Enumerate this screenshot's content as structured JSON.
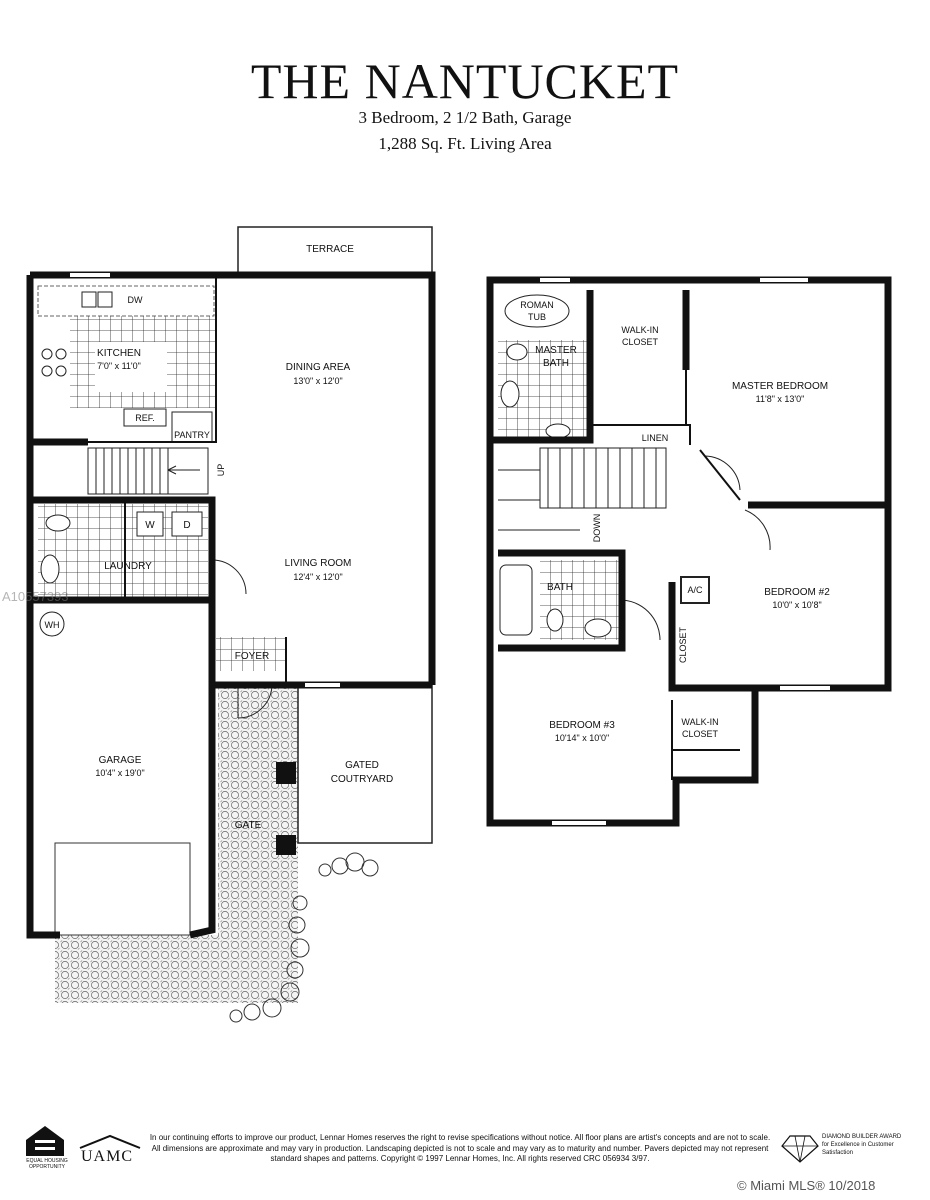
{
  "header": {
    "title": "THE NANTUCKET",
    "subtitle1": "3 Bedroom, 2 1/2 Bath, Garage",
    "subtitle2": "1,288 Sq. Ft. Living Area"
  },
  "first_floor": {
    "terrace": "TERRACE",
    "dw": "DW",
    "kitchen_name": "KITCHEN",
    "kitchen_dim": "7'0\" x 11'0\"",
    "ref": "REF.",
    "pantry": "PANTRY",
    "dining_name": "DINING AREA",
    "dining_dim": "13'0\" x 12'0\"",
    "up": "UP",
    "washer": "W",
    "dryer": "D",
    "laundry": "LAUNDRY",
    "wh": "WH",
    "living_name": "LIVING ROOM",
    "living_dim": "12'4\" x 12'0\"",
    "foyer": "FOYER",
    "garage_name": "GARAGE",
    "garage_dim": "10'4\" x 19'0\"",
    "courtyard_line1": "GATED",
    "courtyard_line2": "COUTRYARD",
    "gate": "GATE"
  },
  "second_floor": {
    "roman_tub_1": "ROMAN",
    "roman_tub_2": "TUB",
    "master_bath_1": "MASTER",
    "master_bath_2": "BATH",
    "walkin_closet_1": "WALK-IN",
    "walkin_closet_2": "CLOSET",
    "master_name": "MASTER BEDROOM",
    "master_dim": "11'8\" x 13'0\"",
    "linen": "LINEN",
    "down": "DOWN",
    "bath": "BATH",
    "ac": "A/C",
    "bedroom2_name": "BEDROOM #2",
    "bedroom2_dim": "10'0\" x 10'8\"",
    "closet": "CLOSET",
    "bedroom3_name": "BEDROOM #3",
    "bedroom3_dim": "10'14\" x 10'0\"",
    "walkin2_1": "WALK-IN",
    "walkin2_2": "CLOSET"
  },
  "footer": {
    "disclaimer": "In our continuing efforts to improve our product, Lennar Homes reserves the right to revise specifications without notice. All floor plans are artist's concepts and are not to scale. All dimensions are approximate and may vary in production. Landscaping depicted is not to scale and may vary as to maturity and number. Pavers depicted may not represent standard shapes and patterns. Copyright © 1997 Lennar Homes, Inc. All rights reserved CRC 056934 3/97.",
    "equal_housing": "EQUAL HOUSING OPPORTUNITY",
    "uamc": "UAMC",
    "diamond_award_1": "DIAMOND BUILDER AWARD",
    "diamond_award_2": "for Excellence in Customer Satisfaction",
    "mls_credit": "© Miami MLS® 10/2018",
    "watermark": "A10557393"
  }
}
